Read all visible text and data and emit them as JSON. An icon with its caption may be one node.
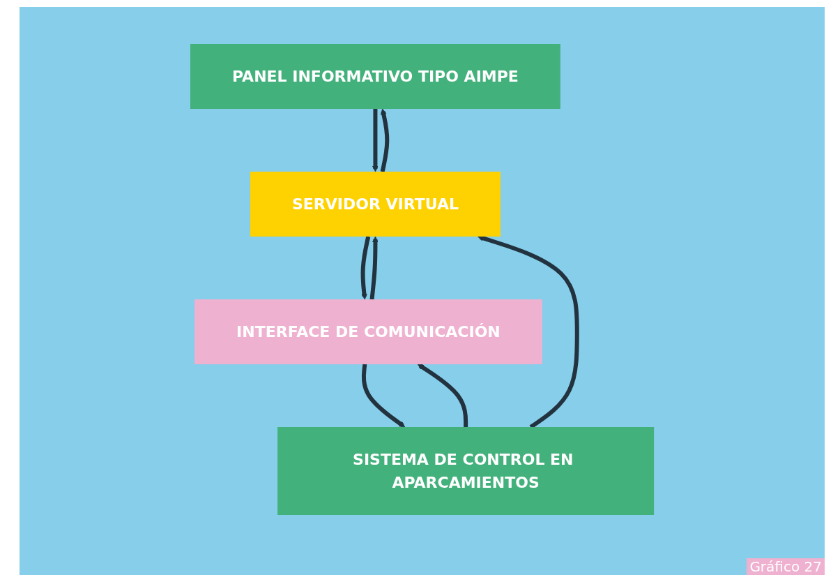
{
  "diagram": {
    "caption": "Gráfico 27",
    "nodes": [
      {
        "text": [
          "PANEL INFORMATIVO TIPO AIMPE"
        ]
      },
      {
        "text": [
          "SERVIDOR VIRTUAL"
        ]
      },
      {
        "text": [
          "INTERFACE DE COMUNICACIÓN"
        ]
      },
      {
        "text": [
          "SISTEMA DE CONTROL EN APARCAMIENTOS"
        ]
      }
    ],
    "edges": [
      {
        "from": 0,
        "to": 1,
        "arrow": "to"
      },
      {
        "from": 1,
        "to": 0,
        "arrow": "to"
      },
      {
        "from": 3,
        "to": 1,
        "arrow": "to"
      },
      {
        "from": 2,
        "to": 1,
        "arrow": "to"
      },
      {
        "from": 1,
        "to": 2,
        "arrow": "to"
      },
      {
        "from": 3,
        "to": 2,
        "arrow": "to"
      },
      {
        "from": 2,
        "to": 3,
        "arrow": "to"
      }
    ]
  }
}
